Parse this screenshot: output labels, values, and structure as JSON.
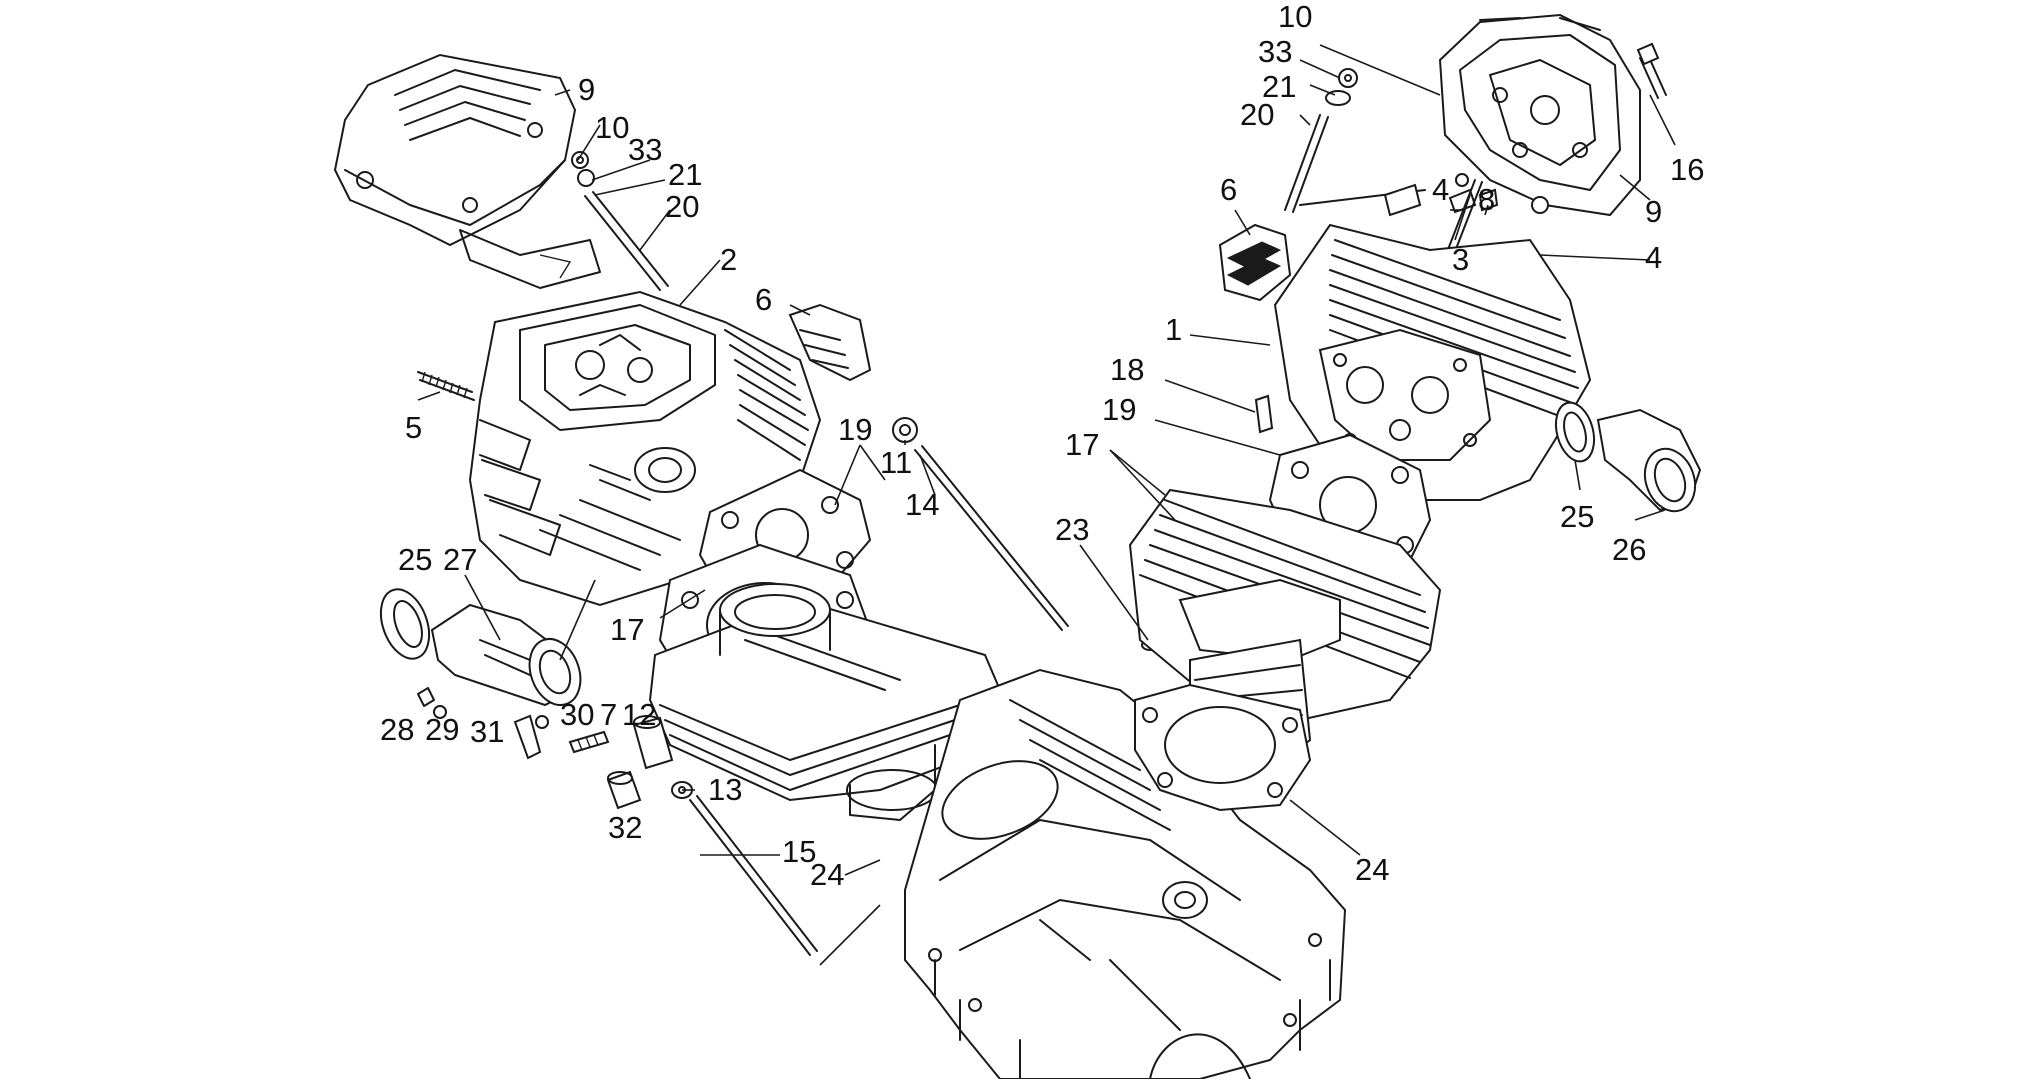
{
  "callouts": [
    {
      "id": "c9a",
      "text": "9"
    },
    {
      "id": "c10a",
      "text": "10"
    },
    {
      "id": "c33a",
      "text": "33"
    },
    {
      "id": "c21a",
      "text": "21"
    },
    {
      "id": "c20a",
      "text": "20"
    },
    {
      "id": "c2",
      "text": "2"
    },
    {
      "id": "c6a",
      "text": "6"
    },
    {
      "id": "c5",
      "text": "5"
    },
    {
      "id": "c19a",
      "text": "19"
    },
    {
      "id": "c11",
      "text": "11"
    },
    {
      "id": "c14",
      "text": "14"
    },
    {
      "id": "c23",
      "text": "23"
    },
    {
      "id": "c25a",
      "text": "25"
    },
    {
      "id": "c27",
      "text": "27"
    },
    {
      "id": "c17a",
      "text": "17"
    },
    {
      "id": "c28",
      "text": "28"
    },
    {
      "id": "c29",
      "text": "29"
    },
    {
      "id": "c31",
      "text": "31"
    },
    {
      "id": "c30",
      "text": "30"
    },
    {
      "id": "c7",
      "text": "7"
    },
    {
      "id": "c12",
      "text": "12"
    },
    {
      "id": "c13",
      "text": "13"
    },
    {
      "id": "c32",
      "text": "32"
    },
    {
      "id": "c15",
      "text": "15"
    },
    {
      "id": "c24a",
      "text": "24"
    },
    {
      "id": "c10b",
      "text": "10"
    },
    {
      "id": "c33b",
      "text": "33"
    },
    {
      "id": "c21b",
      "text": "21"
    },
    {
      "id": "c20b",
      "text": "20"
    },
    {
      "id": "c16",
      "text": "16"
    },
    {
      "id": "c6b",
      "text": "6"
    },
    {
      "id": "c4a",
      "text": "4"
    },
    {
      "id": "c8",
      "text": "8"
    },
    {
      "id": "c3",
      "text": "3"
    },
    {
      "id": "c9b",
      "text": "9"
    },
    {
      "id": "c4b",
      "text": "4"
    },
    {
      "id": "c1",
      "text": "1"
    },
    {
      "id": "c18",
      "text": "18"
    },
    {
      "id": "c19b",
      "text": "19"
    },
    {
      "id": "c17b",
      "text": "17"
    },
    {
      "id": "c25b",
      "text": "25"
    },
    {
      "id": "c26",
      "text": "26"
    },
    {
      "id": "c24b",
      "text": "24"
    }
  ]
}
